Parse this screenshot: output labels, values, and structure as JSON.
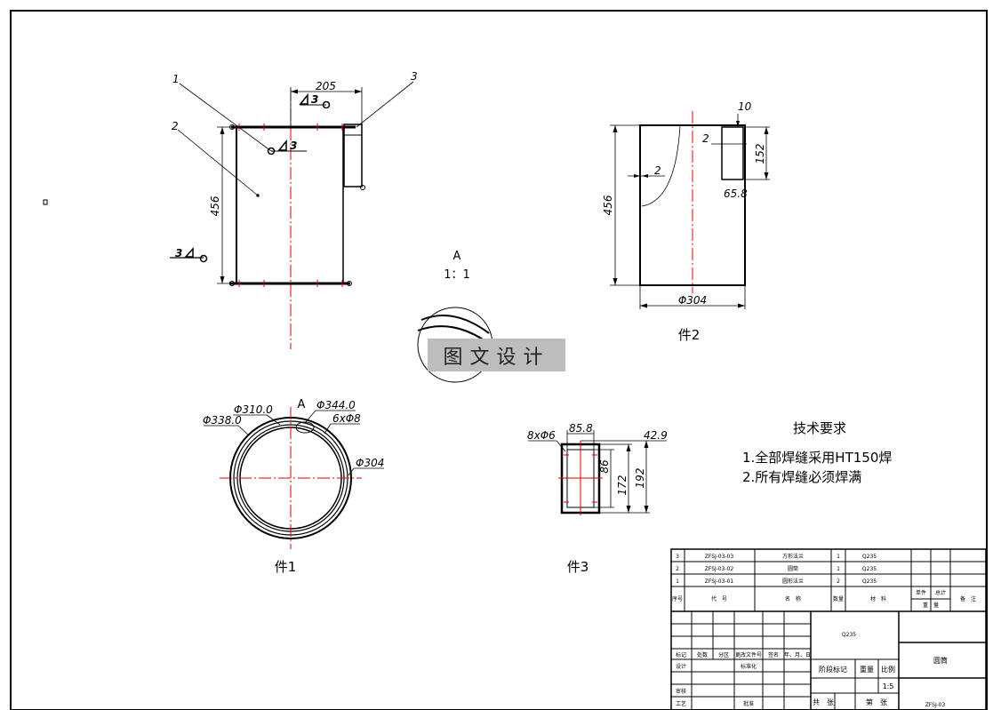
{
  "views": {
    "main": {
      "leaders": [
        "1",
        "2",
        "3"
      ],
      "dim_width": "205",
      "dim_height": "456",
      "weld_top": "3",
      "weld_mid": "3",
      "weld_left": "3"
    },
    "detail": {
      "letter": "A",
      "scale": "1：1"
    },
    "part2": {
      "dim_height": "456",
      "dim_diameter": "Φ304",
      "dim_gap_left": "2",
      "dim_slot_gap": "2",
      "dim_slot_top": "10",
      "dim_slot_height": "152",
      "dim_slot_width": "65.8",
      "caption": "件2"
    },
    "part1": {
      "dim_d310": "Φ310.0",
      "dim_d338": "Φ338.0",
      "dim_d344": "Φ344.0",
      "dim_holes": "6xΦ8",
      "dim_d304": "Φ304",
      "section_letter": "A",
      "caption": "件1"
    },
    "part3": {
      "dim_holes": "8xΦ6",
      "dim_w": "85.8",
      "dim_thk": "42.9",
      "dim_inner": "86",
      "dim_h": "172",
      "dim_total": "192",
      "caption": "件3"
    }
  },
  "notes": {
    "title": "技术要求",
    "line1": "1.全部焊缝采用HT150焊",
    "line2": "2.所有焊缝必须焊满"
  },
  "watermark": "图文设计",
  "title_block": {
    "parts": [
      {
        "no": "3",
        "code": "ZFSJ-03-03",
        "name": "方形法兰",
        "qty": "1",
        "mat": "Q235"
      },
      {
        "no": "2",
        "code": "ZFSJ-03-02",
        "name": "圆筒",
        "qty": "1",
        "mat": "Q235"
      },
      {
        "no": "1",
        "code": "ZFSJ-03-01",
        "name": "圆形法兰",
        "qty": "2",
        "mat": "Q235"
      }
    ],
    "hdr_no": "序号",
    "hdr_code": "代　号",
    "hdr_name": "名　称",
    "hdr_qty": "数量",
    "hdr_mat": "材　料",
    "hdr_single": "单件",
    "hdr_total": "总计",
    "hdr_weight": "重　量",
    "hdr_remark": "备　注",
    "material": "Q235",
    "drawing_name": "圆筒",
    "drawing_code": "ZFSJ-03",
    "row_mark": "标记",
    "row_count": "处数",
    "row_zone": "分区",
    "row_change": "更改文件号",
    "row_sign": "签名",
    "row_date": "年、月、日",
    "row_design": "设计",
    "row_std": "标准化",
    "row_review": "审核",
    "row_process": "工艺",
    "row_approve": "批准",
    "stage": "阶段标记",
    "weight": "重量",
    "scale_label": "比例",
    "scale": "1:5",
    "sheets_total": "共　张",
    "sheet_no": "第　张"
  }
}
